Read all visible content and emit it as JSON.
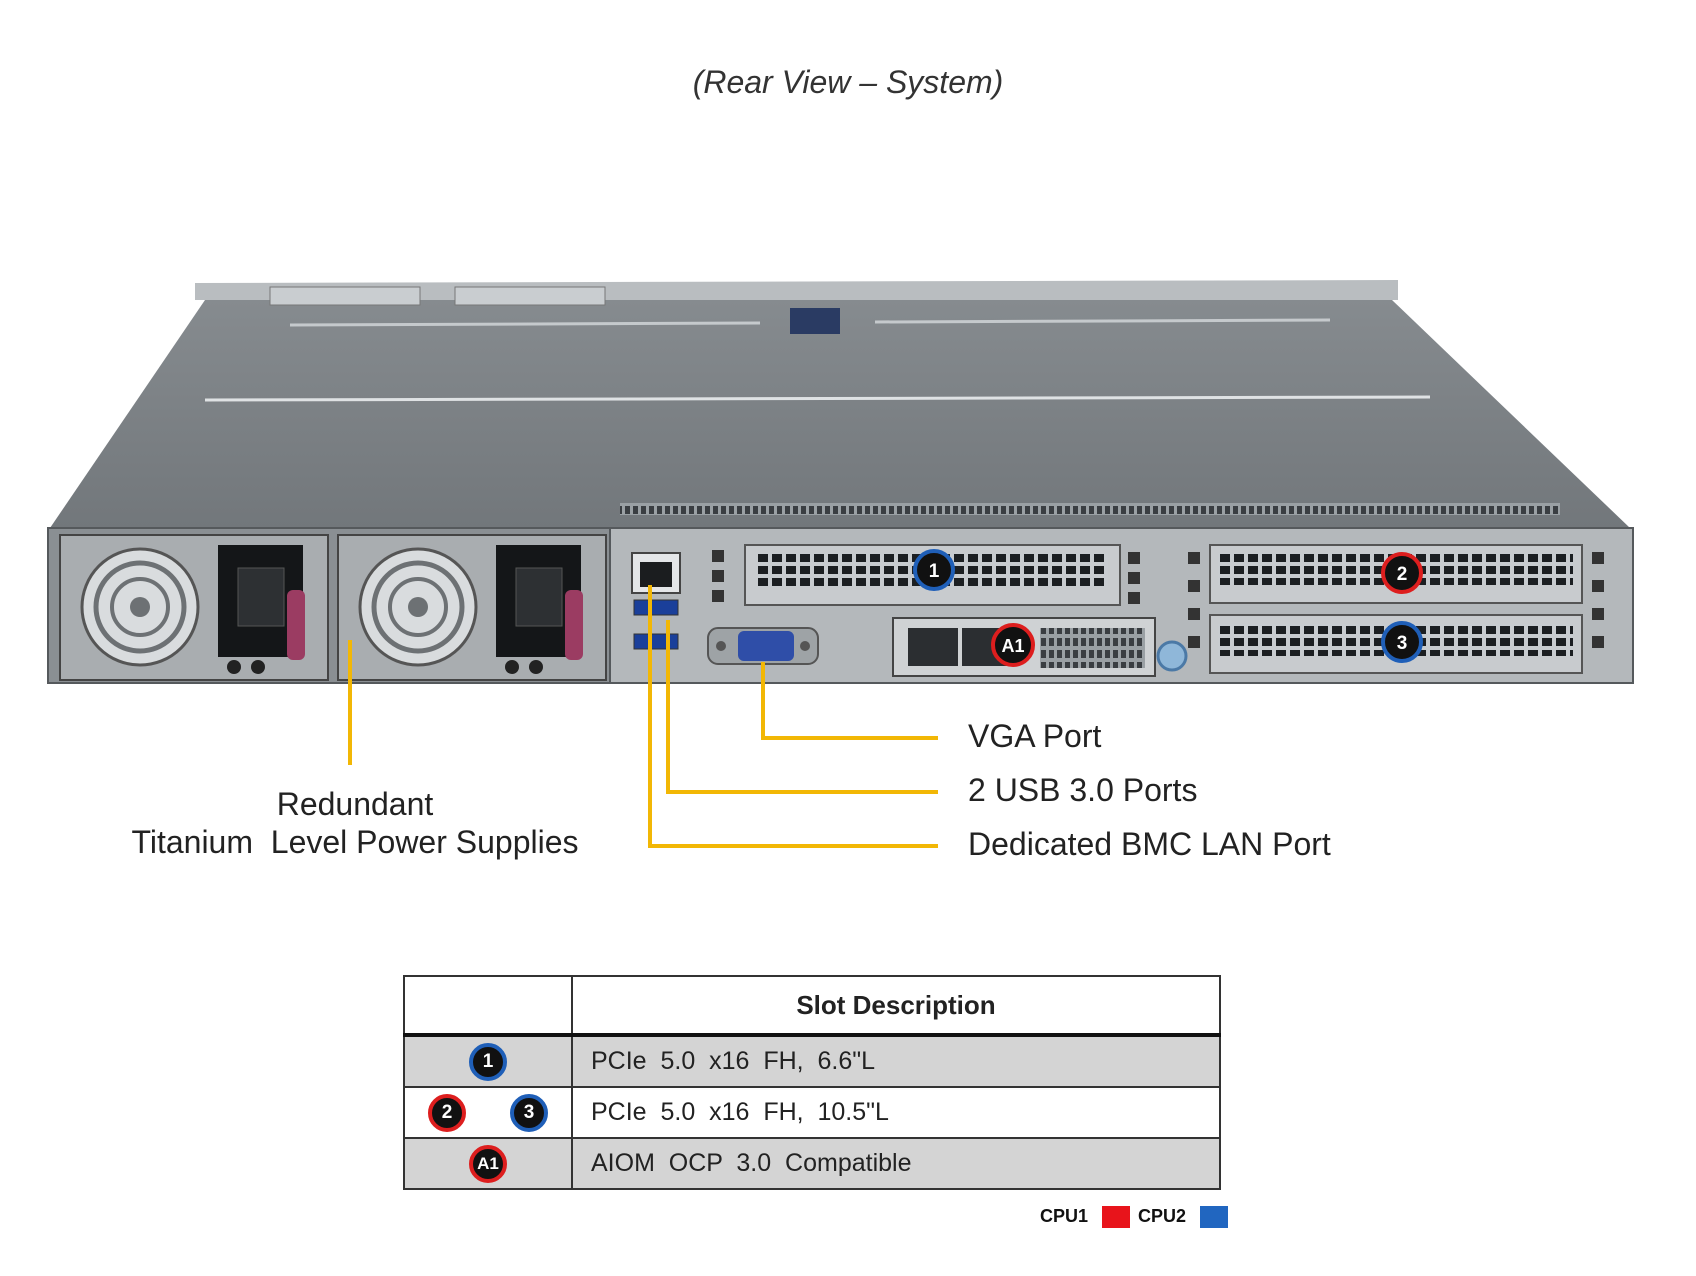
{
  "title": "(Rear View – System)",
  "callouts": {
    "vga": "VGA Port",
    "usb": "2 USB 3.0 Ports",
    "bmc": "Dedicated BMC LAN Port",
    "psu_line1": "Redundant",
    "psu_line2": "Titanium  Level Power Supplies"
  },
  "slot_markers": {
    "s1": "1",
    "s2": "2",
    "s3": "3",
    "a1": "A1"
  },
  "table": {
    "header": "Slot Description",
    "rows": [
      {
        "badges": [
          "1"
        ],
        "description": "PCIe  5.0  x16  FH,  6.6\"L"
      },
      {
        "badges": [
          "2",
          "3"
        ],
        "description": "PCIe  5.0  x16  FH,  10.5\"L"
      },
      {
        "badges": [
          "A1"
        ],
        "description": "AIOM  OCP  3.0  Compatible"
      }
    ]
  },
  "legend": {
    "cpu1": "CPU1",
    "cpu1_color": "#e8141b",
    "cpu2": "CPU2",
    "cpu2_color": "#2166c0"
  },
  "colors": {
    "callout_line": "#f2b705",
    "cpu1_ring": "#dd1e1e",
    "cpu2_ring": "#1f5fb8"
  }
}
